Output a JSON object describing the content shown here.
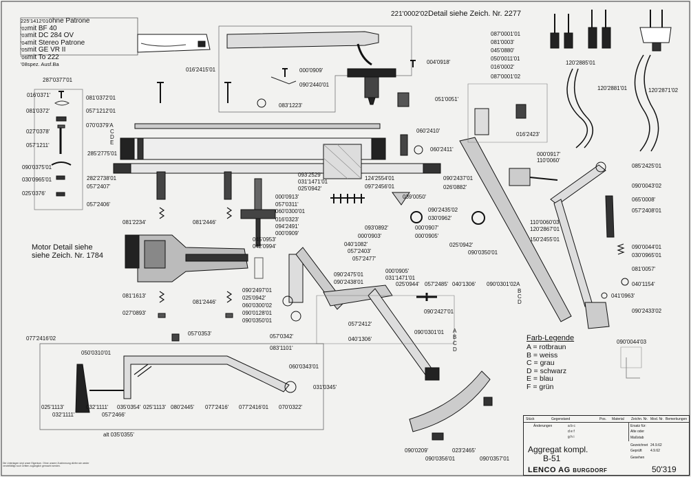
{
  "drawing": {
    "detail_reference": "Detail siehe Zeich. Nr.  2277",
    "detail_reference_number": "221'0002'02",
    "motor_detail_line1": "Motor Detail  siehe",
    "motor_detail_line2": "siehe  Zeich. Nr. 1784",
    "variants": [
      {
        "num": "225'1412'01",
        "label": "ohne Patrone"
      },
      {
        "num": "'02",
        "label": "mit BF 40"
      },
      {
        "num": "'03",
        "label": "mit DC 284 OV"
      },
      {
        "num": "'04",
        "label": "mit Stereo Patrone"
      },
      {
        "num": "'05",
        "label": "mit GE VR II"
      },
      {
        "num": "'06",
        "label": "mit To 222"
      },
      {
        "num": "'08",
        "label": "spez. Ausf.Ba"
      }
    ]
  },
  "labels": {
    "l287": "287'0377'01",
    "l016a": "016'0371'",
    "l081a": "081'0372'01",
    "l081b": "081'0372'",
    "l057a": "057'1212'01",
    "l027a": "027'0378'",
    "l057b": "057'1211'",
    "l070": "070'0379'A",
    "lC": "C",
    "lD": "D",
    "lE": "E",
    "l090a": "090'0375'01",
    "l285": "285'2775'01",
    "l030a": "030'0965'01",
    "l025a": "025'0376'",
    "l282": "282'2738'01",
    "l057c": "057'2407'",
    "l057d": "057'2406'",
    "l016b": "016'2415'01",
    "l000a": "000'0909'",
    "l090b": "090'2440'01",
    "l083a": "083'1223'",
    "l004": "004'0918'",
    "l087a": "087'0001'01",
    "l081c": "081'0003'",
    "l045": "045'0880'",
    "l050": "050'0011'01",
    "l016c": "016'0002'",
    "l087b": "087'0001'02",
    "l051": "051'0051'",
    "l060a": "060'2410'",
    "l016d": "016'2423'",
    "l060b": "060'2411'",
    "l000b": "000'0917'",
    "l110a": "110'0060'",
    "l120a": "120'2885'01",
    "l120b": "120'2881'01",
    "l120c": "120'2871'02",
    "l085": "085'2425'01",
    "l090c": "090'0043'02",
    "l065": "065'0008'",
    "l057e": "057'2408'01",
    "l093a": "093'2529'",
    "l031a": "031'1471'01",
    "l025b": "025'0942'",
    "l124": "124'2554'01",
    "l097": "097'2456'01",
    "l090d": "090'2437'01",
    "l026": "026'0882'",
    "l000c": "000'0913'",
    "l057f": "057'0311'",
    "l060c": "060'0300'01",
    "l016e": "016'0323'",
    "l094": "094'2491'",
    "l000d": "000'0909'",
    "l045b": "045'0953'",
    "l042": "042'0994'",
    "l039": "039'0050'",
    "l090e": "090'2435'02",
    "l030b": "030'0962'",
    "l093b": "093'0892'",
    "l000e": "000'0907'",
    "l000f": "000'0903'",
    "l000g": "000'0905'",
    "l025c": "025'0942'",
    "l090f": "090'0350'01",
    "l110b": "110'0060'03",
    "l120d": "120'2867'01",
    "l150": "150'2455'01",
    "l081d": "081'2234'",
    "l081e": "081'2446'",
    "l040a": "040'1082'",
    "l057g": "057'2403'",
    "l057h": "057'2477'",
    "l000h": "000'0905'",
    "l031b": "031'1471'01",
    "l090g": "090'2475'01",
    "l090h": "090'2438'01",
    "l025d": "025'0944'",
    "l057i": "057'2485'",
    "l040b": "040'1306'",
    "l090i": "090'0301'02A",
    "lB1": "B",
    "lC1": "C",
    "lD1": "D",
    "l090j": "090'0044'01",
    "l030c": "030'0965'01",
    "l081f": "081'0057'",
    "l040c": "040'1154'",
    "l041": "041'0963'",
    "l090k": "090'2433'02",
    "l090l": "090'2497'01",
    "l025e": "025'0942'",
    "l060d": "060'0300'02",
    "l090m": "090'0128'01",
    "l090n": "090'0350'01",
    "l090o": "090'2427'01",
    "l057j": "057'2412'",
    "l040d": "040'1306'",
    "l081g": "081'1613'",
    "l027b": "027'0893'",
    "l081h": "081'2446'",
    "l057k": "057'0342'",
    "l083b": "083'1101'",
    "l090p": "090'0301'01",
    "lA2": "A",
    "lB2": "B",
    "lC2": "C",
    "lD2": "D",
    "l090q": "090'0044'03",
    "l077a": "077'2416'02",
    "l057l": "057'0353'",
    "l050b": "050'0310'01",
    "l060e": "060'0343'01",
    "l031c": "031'0345'",
    "l025f": "025'1113'",
    "l032a": "032'1111'",
    "l032b": "032'1111'",
    "l035": "035'0354'",
    "l025g": "025'1113'",
    "l080": "080'2445'",
    "l077b": "077'2416'",
    "l077c": "077'2416'01",
    "l070b": "070'0322'",
    "l057m": "057'2466'",
    "lalt": "alt  035'0355'",
    "l090r": "090'0209'",
    "l090s": "090'0356'01",
    "l023": "023'2465'",
    "l090t": "090'0357'01"
  },
  "legend": {
    "title": "Farb-Legende",
    "items": [
      {
        "key": "A",
        "value": "rotbraun"
      },
      {
        "key": "B",
        "value": "weiss"
      },
      {
        "key": "C",
        "value": "grau"
      },
      {
        "key": "D",
        "value": "schwarz"
      },
      {
        "key": "E",
        "value": "blau"
      },
      {
        "key": "F",
        "value": "grün"
      }
    ]
  },
  "title_block": {
    "col_stuck": "Stück",
    "col_gegenstand": "Gegenstand",
    "col_pos": "Pos.",
    "col_material": "Material",
    "col_zeichnr": "Zeichn. Nr.",
    "col_modellnr": "Mod. Nr.",
    "col_bemerkungen": "Bemerkungen",
    "aenderungen": "Änderungen",
    "letters_row1": "a      b      c",
    "letters_row2": "d      e      f",
    "letters_row3": "g      h      i",
    "row_ersatz": "Ersatz für:",
    "row_alte": "Alte oder",
    "row_massstab": "Maßstab",
    "row_gezeichnet": "Gezeichnet",
    "row_geprueft": "Geprüft",
    "row_gesehen": "Gesehen",
    "sig_date1": "24.9.62",
    "sig_date2": "4.9.62",
    "title_line1": "Aggregat kompl.",
    "title_line2": "B-51",
    "firm": "LENCO AG",
    "place": "BURGDORF",
    "drawing_number": "50'319"
  },
  "fine_print": "Die Unterlagen sind unser Eigentum. Ohne unsere Zustimmung dürfen sie weder vervielfältigt noch Dritten zugänglich gemacht werden."
}
